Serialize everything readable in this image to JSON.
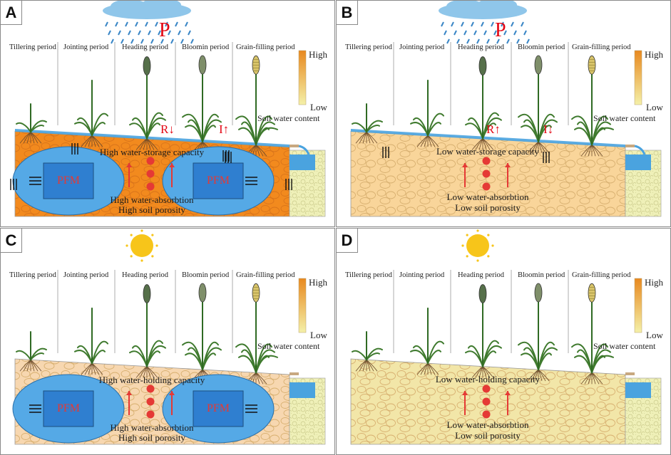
{
  "panels": [
    {
      "letter": "A",
      "weather": "rain",
      "precip_label": "P",
      "periods": [
        "Tillering period",
        "Jointing period",
        "Heading period",
        "Bloomin period",
        "Grain-filling period"
      ],
      "legend": {
        "high": "High",
        "low": "Low",
        "title": "Soil water content"
      },
      "soil_state": "high",
      "has_pfm": true,
      "pfm_labels": [
        "PFM",
        "PFM"
      ],
      "flux_labels": [
        "R↓",
        "I↑"
      ],
      "soil_texts": [
        "High water-storage capacity",
        "High water-absorbtion",
        "High soil porosity"
      ]
    },
    {
      "letter": "B",
      "weather": "rain",
      "precip_label": "P",
      "periods": [
        "Tillering period",
        "Jointing period",
        "Heading period",
        "Bloomin period",
        "Grain-filling period"
      ],
      "legend": {
        "high": "High",
        "low": "Low",
        "title": "Soil water content"
      },
      "soil_state": "low",
      "has_pfm": false,
      "pfm_labels": [],
      "flux_labels": [
        "R↑",
        "I↓"
      ],
      "soil_texts": [
        "Low water-storage capacity",
        "Low water-absorbtion",
        "Low soil porosity"
      ]
    },
    {
      "letter": "C",
      "weather": "sun",
      "precip_label": "",
      "periods": [
        "Tillering period",
        "Jointing period",
        "Heading period",
        "Bloomin period",
        "Grain-filling period"
      ],
      "legend": {
        "high": "High",
        "low": "Low",
        "title": "Soil water content"
      },
      "soil_state": "dry-pfm",
      "has_pfm": true,
      "pfm_labels": [
        "PFM",
        "PFM"
      ],
      "flux_labels": [],
      "soil_texts": [
        "High water-holding capacity",
        "High water-absorbtion",
        "High soil porosity"
      ]
    },
    {
      "letter": "D",
      "weather": "sun",
      "precip_label": "",
      "periods": [
        "Tillering period",
        "Jointing period",
        "Heading period",
        "Bloomin period",
        "Grain-filling period"
      ],
      "legend": {
        "high": "High",
        "low": "Low",
        "title": "Soil water content"
      },
      "soil_state": "dry",
      "has_pfm": false,
      "pfm_labels": [],
      "flux_labels": [],
      "soil_texts": [
        "Low water-holding capacity",
        "Low water-absorbtion",
        "Low soil porosity"
      ]
    }
  ],
  "colors": {
    "soil_high": "#f28a1e",
    "soil_low": "#f9d59a",
    "soil_dry": "#f2e6a8",
    "soil_dry_pfm": "#f7d7b0",
    "pfm_ellipse": "#55a9e6",
    "pfm_box": "#2f7fd0",
    "arrow_red": "#e53935",
    "surface_water": "#4aa3df",
    "sun": "#f7c51a",
    "cloud": "#8fc6ea",
    "plant_green": "#3f7a2e"
  }
}
